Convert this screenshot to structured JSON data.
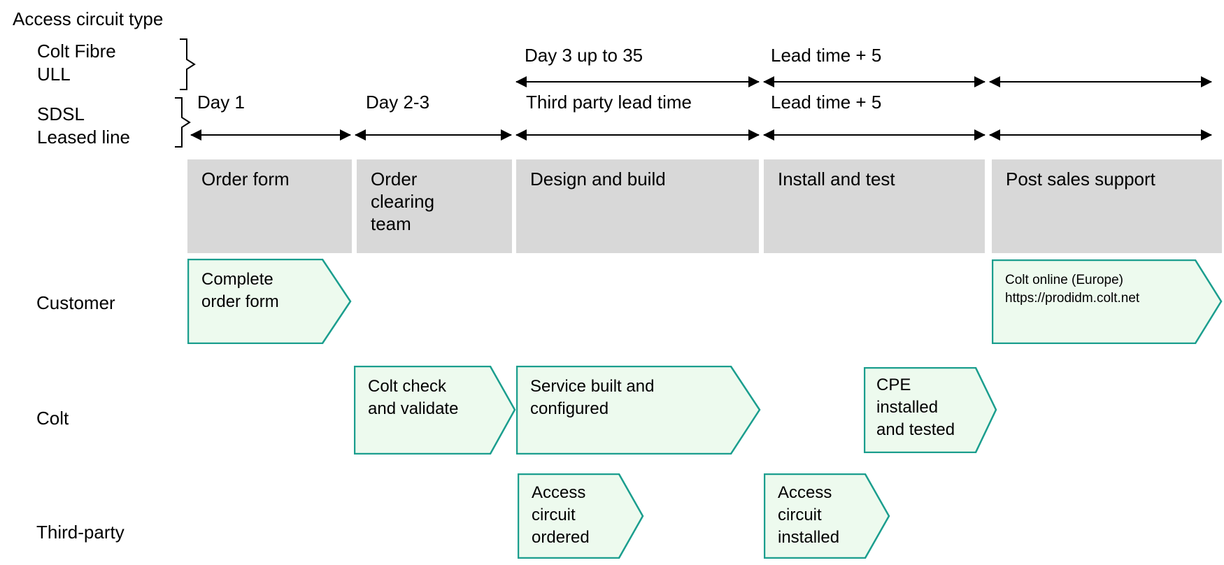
{
  "title": "Access circuit type",
  "access_types": [
    {
      "lines": [
        "Colt Fibre",
        "ULL"
      ]
    },
    {
      "lines": [
        "SDSL",
        "Leased line"
      ]
    }
  ],
  "timelines": {
    "fibre_ull": {
      "segments": [
        {
          "label": "Day 3 up to 35"
        },
        {
          "label": "Lead time + 5"
        },
        {
          "label": ""
        }
      ]
    },
    "sdsl_leased": {
      "segments": [
        {
          "label": "Day 1"
        },
        {
          "label": "Day 2-3"
        },
        {
          "label": "Third party lead time"
        },
        {
          "label": "Lead time + 5"
        },
        {
          "label": ""
        }
      ]
    }
  },
  "phases": [
    "Order form",
    "Order clearing team",
    "Design and build",
    "Install and test",
    "Post sales support"
  ],
  "lanes": [
    "Customer",
    "Colt",
    "Third-party"
  ],
  "steps": [
    {
      "id": "complete-order-form",
      "lane": "Customer",
      "label": "Complete order form"
    },
    {
      "id": "colt-online",
      "lane": "Customer",
      "label": "Colt online (Europe)",
      "url": "https://prodidm.colt.net"
    },
    {
      "id": "colt-check-and-validate",
      "lane": "Colt",
      "label": "Colt check and validate"
    },
    {
      "id": "service-built-and-configured",
      "lane": "Colt",
      "label": "Service built and configured"
    },
    {
      "id": "cpe-installed-and-tested",
      "lane": "Colt",
      "label": "CPE installed and tested"
    },
    {
      "id": "access-circuit-ordered",
      "lane": "Third-party",
      "label": "Access circuit ordered"
    },
    {
      "id": "access-circuit-installed",
      "lane": "Third-party",
      "label": "Access circuit installed"
    }
  ],
  "colors": {
    "step_fill": "#edfaee",
    "step_border": "#1b9e8e",
    "phase_fill": "#d8d8d8",
    "text": "#000000",
    "line": "#000000"
  }
}
